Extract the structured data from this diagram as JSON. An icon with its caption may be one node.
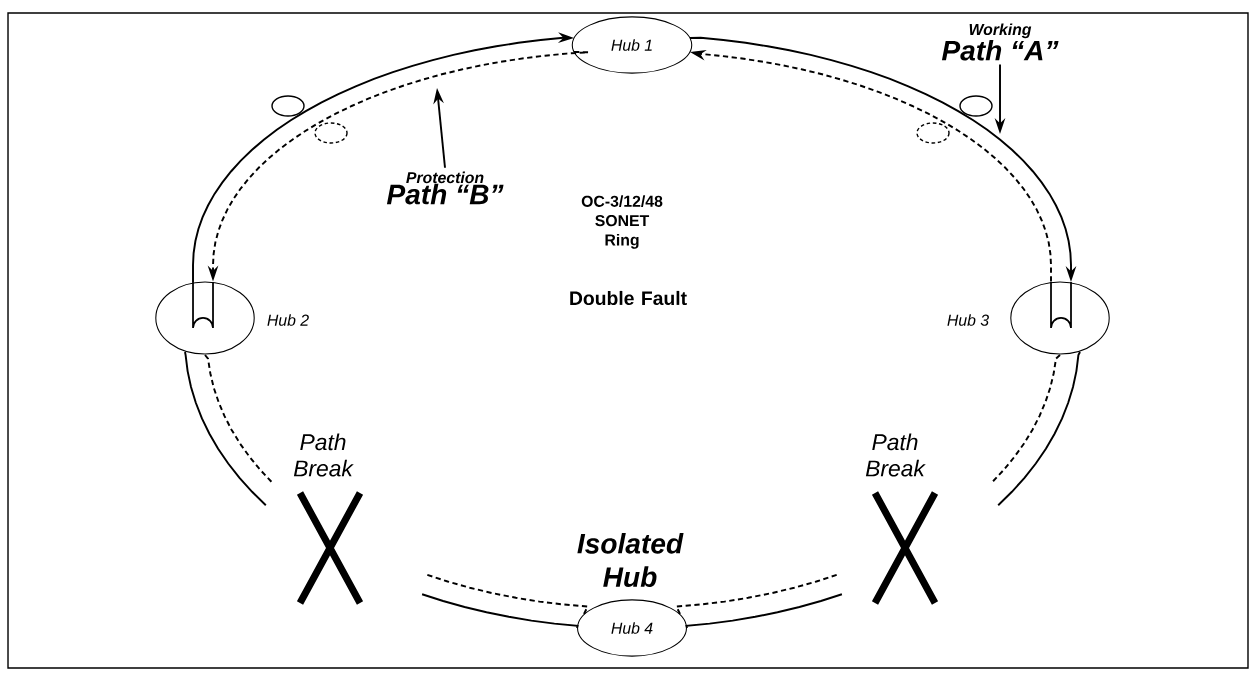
{
  "diagram": {
    "nodes": [
      {
        "text": [
          "Hub 1"
        ]
      },
      {
        "text": [
          "Working",
          "Path “A”"
        ]
      },
      {
        "text": [
          "Protection",
          "Path “B”"
        ]
      },
      {
        "text": [],
        "shape": "ellipse",
        "beside": [
          "Hub 2"
        ]
      },
      {
        "text": [],
        "shape": "ellipse",
        "beside": [
          "Hub 3"
        ]
      },
      {
        "text": [
          "Hub 4"
        ]
      }
    ],
    "edges": [
      {
        "from": 3,
        "to": 0,
        "arrow": "to"
      },
      {
        "from": 0,
        "to": 4,
        "arrow": "to"
      },
      {
        "from": 4,
        "to": 0,
        "arrow": "to",
        "style": "dashed"
      },
      {
        "from": 0,
        "to": 3,
        "arrow": "to",
        "style": "dashed"
      },
      {
        "from": 3,
        "to": null,
        "arrow": "none"
      },
      {
        "from": 3,
        "to": null,
        "arrow": "none",
        "style": "dashed"
      },
      {
        "from": 5,
        "to": null,
        "arrow": "none"
      },
      {
        "from": 5,
        "to": null,
        "arrow": "none",
        "style": "dashed"
      },
      {
        "from": 5,
        "to": null,
        "arrow": "none"
      },
      {
        "from": 5,
        "to": null,
        "arrow": "none",
        "style": "dashed"
      },
      {
        "from": 4,
        "to": null,
        "arrow": "none"
      },
      {
        "from": 4,
        "to": null,
        "arrow": "none",
        "style": "dashed"
      },
      {
        "from": 1,
        "to": null,
        "arrow": "to"
      },
      {
        "from": 2,
        "to": null,
        "arrow": "to"
      }
    ],
    "labels": [
      "OC-3/12/48 SONET Ring",
      "Double Fault",
      "Path Break",
      "Path Break",
      "Isolated Hub"
    ]
  }
}
